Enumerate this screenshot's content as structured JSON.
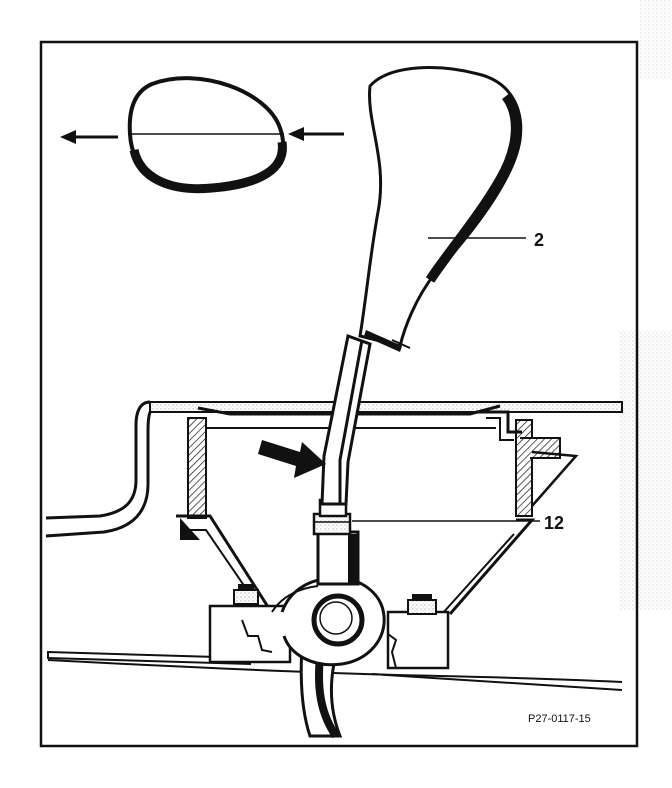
{
  "callouts": {
    "knob": "2",
    "boot": "12"
  },
  "reference": "P27-0117-15",
  "colors": {
    "ink": "#111111",
    "paper": "#ffffff",
    "stipple": "#bdbdbd"
  }
}
